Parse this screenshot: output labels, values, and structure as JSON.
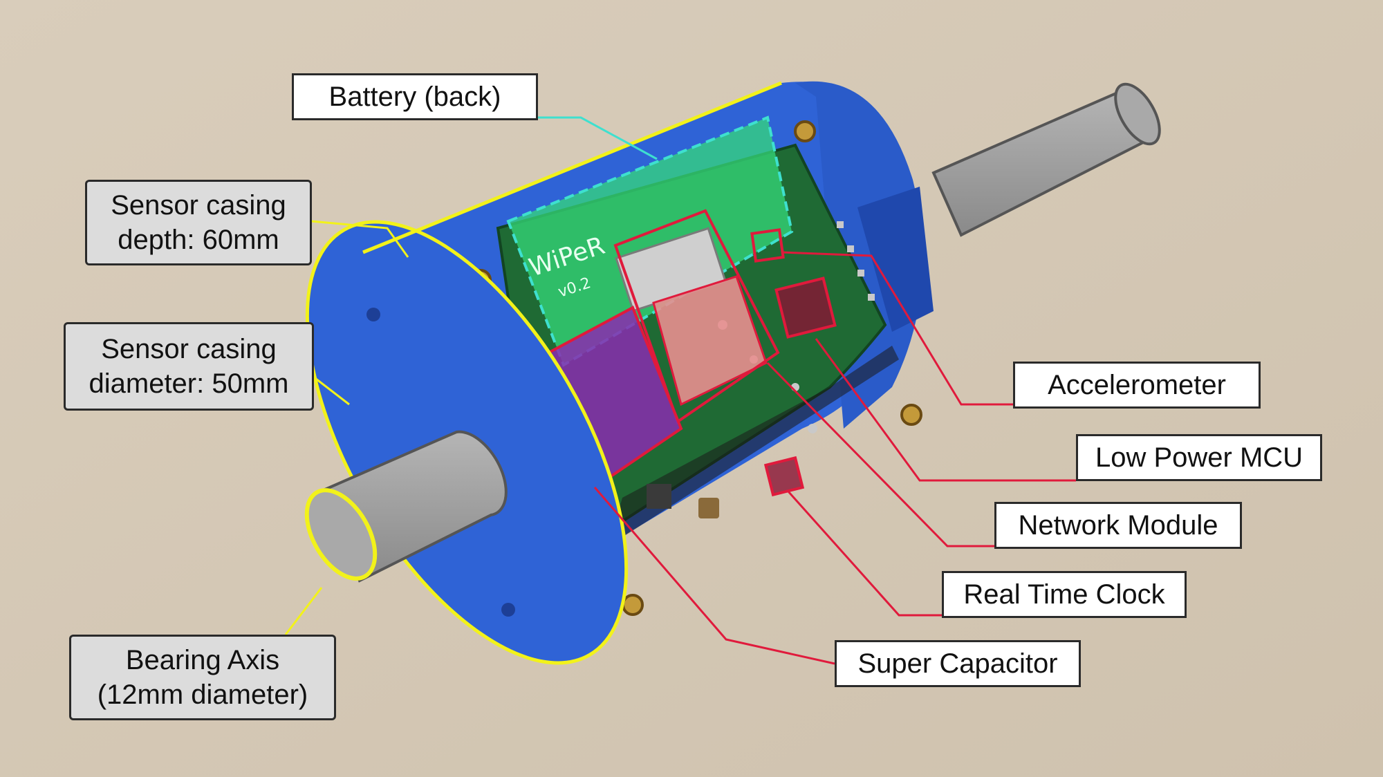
{
  "labels": {
    "battery": "Battery (back)",
    "depth_line1": "Sensor casing",
    "depth_line2": "depth: 60mm",
    "diameter_line1": "Sensor casing",
    "diameter_line2": "diameter: 50mm",
    "axis_line1": "Bearing Axis",
    "axis_line2": "(12mm diameter)",
    "accelerometer": "Accelerometer",
    "mcu": "Low Power MCU",
    "network": "Network Module",
    "rtc": "Real Time Clock",
    "supercap": "Super Capacitor"
  },
  "pcb_marking": {
    "name": "WiPeR",
    "version": "v0.2"
  },
  "colors": {
    "background": "#d6cab8",
    "casing_blue": "#2f63d6",
    "casing_blue_dark": "#1f48ad",
    "pcb_green": "#1f6a34",
    "shaft_grey": "#9c9c9c",
    "outline_yellow": "#f2f21a",
    "battery_green": "#35d97a",
    "battery_dash": "#3ee0cf",
    "highlight_red": "#e01a3c",
    "supercap_purple": "#8a2bb0"
  }
}
